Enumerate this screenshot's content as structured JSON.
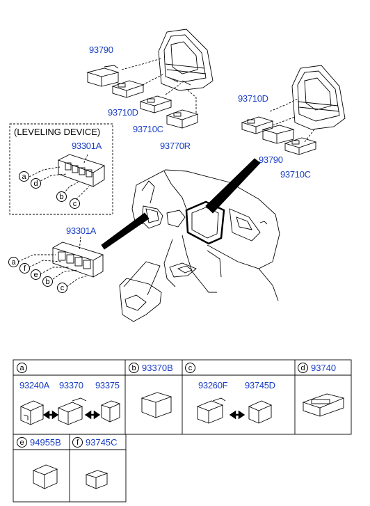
{
  "labels": {
    "p93790_top": "93790",
    "p93710D_top": "93710D",
    "p93710C_top": "93710C",
    "p93770R": "93770R",
    "p93710D_right": "93710D",
    "p93790_right": "93790",
    "p93710C_right": "93710C",
    "leveling_title": "(LEVELING DEVICE)",
    "p93301A_level": "93301A",
    "p93301A_main": "93301A"
  },
  "callouts_leveling": [
    "a",
    "d",
    "b",
    "c"
  ],
  "callouts_main": [
    "a",
    "f",
    "e",
    "b",
    "c"
  ],
  "table": {
    "a": {
      "letter": "a",
      "parts": [
        "93240A",
        "93370",
        "93375"
      ]
    },
    "b": {
      "letter": "b",
      "part": "93370B"
    },
    "c": {
      "letter": "c",
      "parts": [
        "93260F",
        "93745D"
      ]
    },
    "d": {
      "letter": "d",
      "part": "93740"
    },
    "e": {
      "letter": "e",
      "part": "94955B"
    },
    "f": {
      "letter": "f",
      "part": "93745C"
    }
  }
}
